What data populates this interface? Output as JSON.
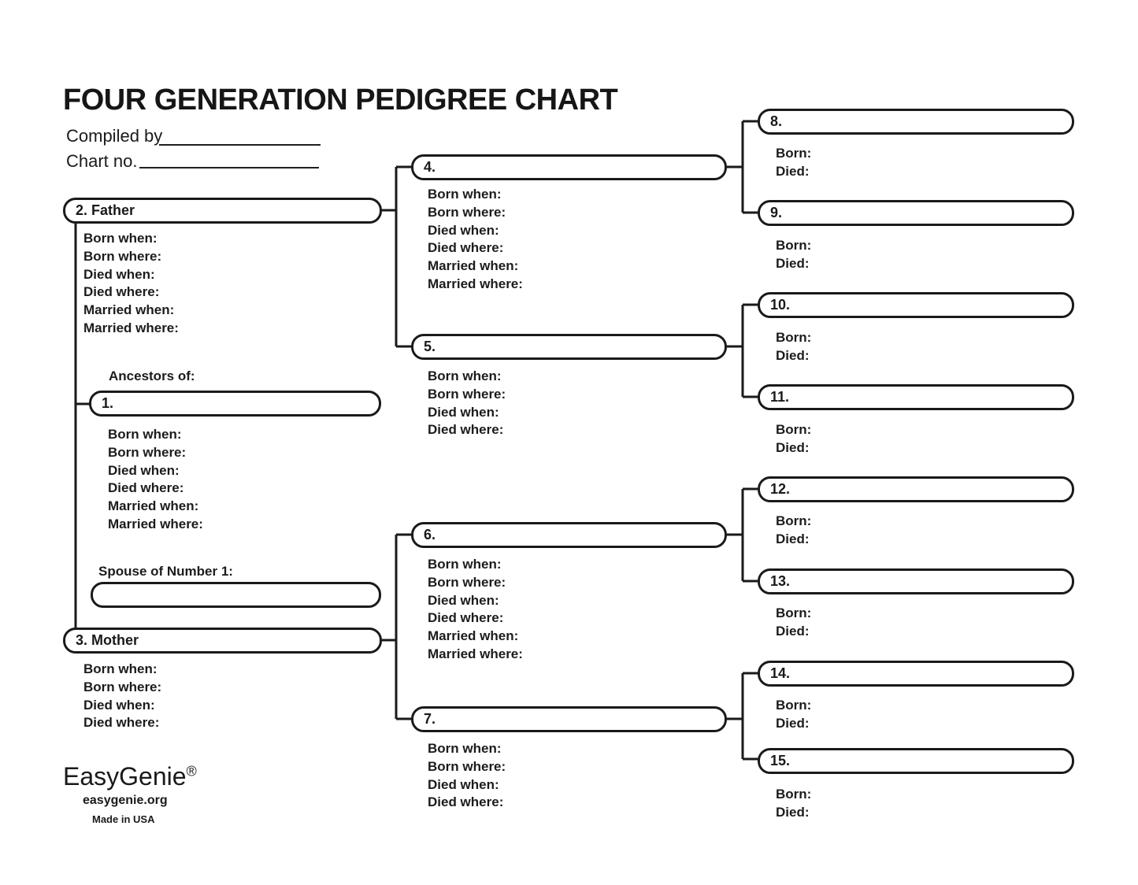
{
  "page": {
    "background": "#ffffff",
    "ink": "#1a1a1a"
  },
  "title": "FOUR GENERATION PEDIGREE CHART",
  "header": {
    "compiled_by_label": "Compiled by",
    "compiled_by_value": "",
    "chart_no_label": "Chart no.",
    "chart_no_value": ""
  },
  "section_labels": {
    "ancestors_of": "Ancestors of:",
    "spouse_of_number_1": "Spouse of Number 1:"
  },
  "fields": {
    "full": [
      "Born when:",
      "Born where:",
      "Died when:",
      "Died where:",
      "Married when:",
      "Married where:"
    ],
    "short": [
      "Born when:",
      "Born where:",
      "Died when:",
      "Died where:"
    ],
    "mini": [
      "Born:",
      "Died:"
    ]
  },
  "persons": {
    "p1": {
      "label": "1."
    },
    "p2": {
      "label": "2. Father"
    },
    "p3": {
      "label": "3. Mother"
    },
    "p4": {
      "label": "4."
    },
    "p5": {
      "label": "5."
    },
    "p6": {
      "label": "6."
    },
    "p7": {
      "label": "7."
    },
    "p8": {
      "label": "8."
    },
    "p9": {
      "label": "9."
    },
    "p10": {
      "label": "10."
    },
    "p11": {
      "label": "11."
    },
    "p12": {
      "label": "12."
    },
    "p13": {
      "label": "13."
    },
    "p14": {
      "label": "14."
    },
    "p15": {
      "label": "15."
    },
    "spouse": {
      "label": ""
    }
  },
  "footer": {
    "brand": "EasyGenie",
    "registered_mark": "®",
    "website": "easygenie.org",
    "made_in": "Made in USA"
  }
}
